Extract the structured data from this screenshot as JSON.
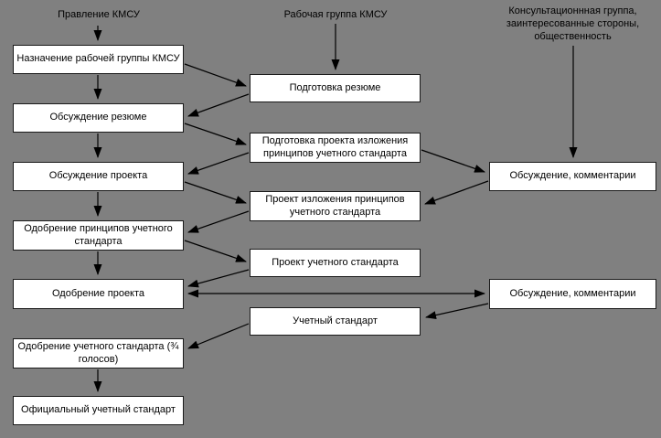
{
  "headers": {
    "board": "Правление КМСУ",
    "working_group": "Рабочая группа КМСУ",
    "consultation": [
      "Консультационнная группа,",
      "заинтересованные стороны,",
      "общественность"
    ]
  },
  "nodes": {
    "appoint_working_group": "Назначение рабочей группы КМСУ",
    "discuss_summary": "Обсуждение резюме",
    "discuss_draft": "Обсуждение проекта",
    "approve_principles": "Одобрение принципов учетного стандарта",
    "approve_draft": "Одобрение проекта",
    "approve_standard": "Одобрение учетного стандарта (¾ голосов)",
    "official_standard": "Официальный учетный стандарт",
    "prepare_summary": "Подготовка резюме",
    "prepare_principles_draft": "Подготовка проекта изложения принципов учетного стандарта",
    "principles_draft": "Проект изложения принципов учетного стандарта",
    "standard_draft": "Проект учетного стандарта",
    "standard": "Учетный стандарт",
    "discussion_comments_1": "Обсуждение, комментарии",
    "discussion_comments_2": "Обсуждение, комментарии"
  },
  "edges": [
    {
      "from": "board-header",
      "to": "appoint_working_group"
    },
    {
      "from": "working-group-header",
      "to": "prepare_summary"
    },
    {
      "from": "consultation-header",
      "to": "discussion_comments_1"
    },
    {
      "from": "appoint_working_group",
      "to": "discuss_summary"
    },
    {
      "from": "discuss_summary",
      "to": "discuss_draft"
    },
    {
      "from": "discuss_draft",
      "to": "approve_principles"
    },
    {
      "from": "approve_principles",
      "to": "approve_draft"
    },
    {
      "from": "approve_standard",
      "to": "official_standard"
    },
    {
      "from": "appoint_working_group",
      "to": "prepare_summary"
    },
    {
      "from": "prepare_summary",
      "to": "discuss_summary"
    },
    {
      "from": "discuss_summary",
      "to": "prepare_principles_draft"
    },
    {
      "from": "prepare_principles_draft",
      "to": "discuss_draft"
    },
    {
      "from": "discuss_draft",
      "to": "principles_draft"
    },
    {
      "from": "principles_draft",
      "to": "approve_principles"
    },
    {
      "from": "approve_principles",
      "to": "standard_draft"
    },
    {
      "from": "standard_draft",
      "to": "approve_draft"
    },
    {
      "from": "prepare_principles_draft",
      "to": "discussion_comments_1"
    },
    {
      "from": "discussion_comments_1",
      "to": "principles_draft"
    },
    {
      "from": "approve_draft",
      "to": "discussion_comments_2",
      "bidirectional": true
    },
    {
      "from": "discussion_comments_2",
      "to": "standard"
    },
    {
      "from": "standard",
      "to": "approve_standard"
    }
  ],
  "colors": {
    "background": "#808080",
    "box_fill": "#ffffff",
    "box_border": "#1a1a1a",
    "arrow": "#000000",
    "text": "#000000"
  }
}
